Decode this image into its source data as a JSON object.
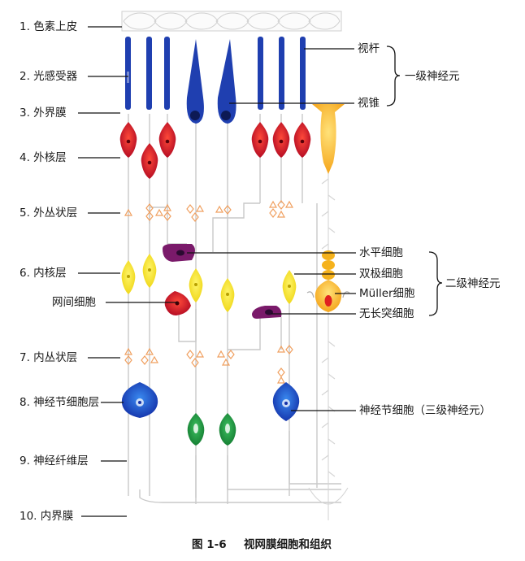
{
  "left_labels": [
    "1. 色素上皮",
    "2. 光感受器",
    "3. 外界膜",
    "4. 外核层",
    "5. 外丛状层",
    "6. 内核层",
    "网间细胞",
    "7. 内丛状层",
    "8. 神经节细胞层",
    "9. 神经纤维层",
    "10. 内界膜"
  ],
  "right_labels": {
    "rod": "视杆",
    "cone": "视锥",
    "first_order": "一级神经元",
    "horizontal": "水平细胞",
    "bipolar": "双极细胞",
    "muller": "Müller细胞",
    "amacrine": "无长突细胞",
    "second_order": "二级神经元",
    "ganglion": "神经节细胞（三级神经元）"
  },
  "caption": {
    "number": "图 1-6",
    "title": "视网膜细胞和组织"
  },
  "colors": {
    "photoreceptor": "#1f3fb0",
    "outer_nucleus": "#c0102a",
    "bipolar": "#f2e21c",
    "horizontal": "#7a1a6a",
    "ganglion_large": "#1e4fc0",
    "ganglion_small": "#1f8a3a",
    "muller": "#f5b21c",
    "synapse": "#f0a060"
  }
}
